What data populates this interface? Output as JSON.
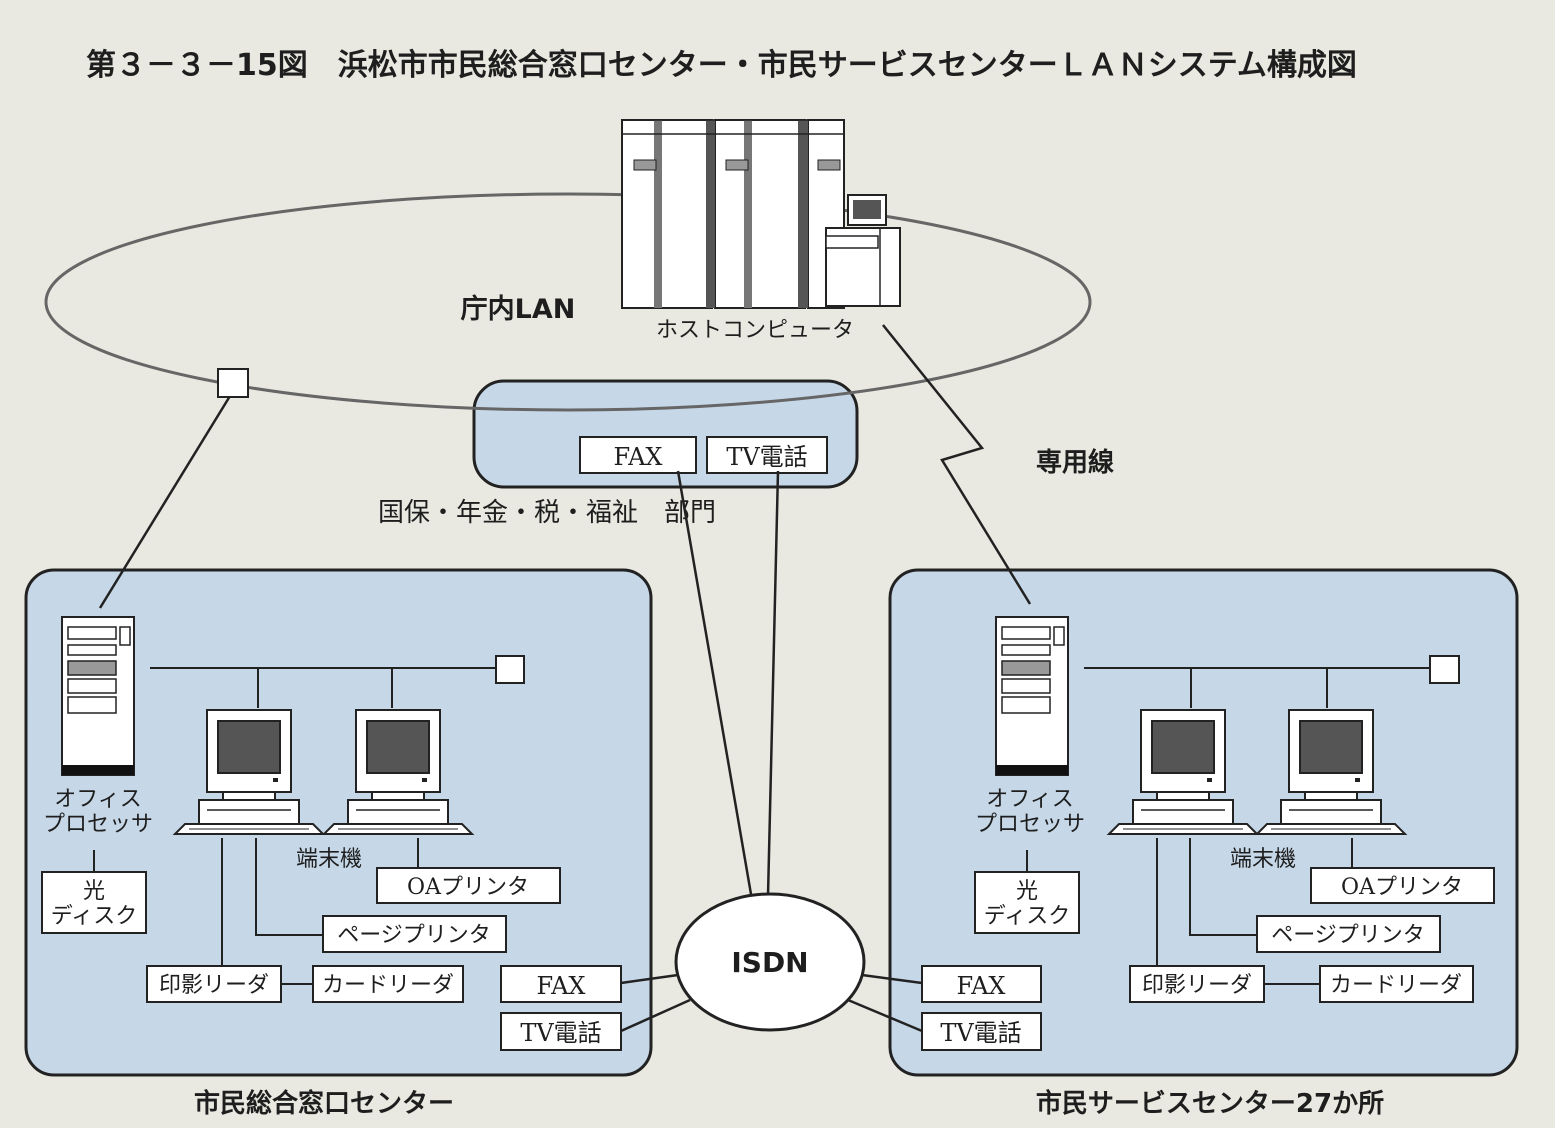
{
  "title": "第３－３－15図　浜松市市民総合窓口センター・市民サービスセンターＬＡＮシステム構成図",
  "colors": {
    "background": "#e9e9e1",
    "zone_fill": "#c6d8e8",
    "box_fill": "#ffffff",
    "line": "#222222"
  },
  "top": {
    "lan_label": "庁内LAN",
    "host_label": "ホストコンピュータ",
    "dedicated_line_label": "専用線",
    "dept_fax": "FAX",
    "dept_tv": "TV電話",
    "dept_label": "国保・年金・税・福祉　部門"
  },
  "isdn_label": "ISDN",
  "left_zone": {
    "caption": "市民総合窓口センター",
    "office_processor": [
      "オフィス",
      "プロセッサ"
    ],
    "optical_disk": [
      "光",
      "ディスク"
    ],
    "terminal": "端末機",
    "oa_printer": "OAプリンタ",
    "page_printer": "ページプリンタ",
    "seal_reader": "印影リーダ",
    "card_reader": "カードリーダ",
    "fax": "FAX",
    "tv": "TV電話"
  },
  "right_zone": {
    "caption": "市民サービスセンター27か所",
    "office_processor": [
      "オフィス",
      "プロセッサ"
    ],
    "optical_disk": [
      "光",
      "ディスク"
    ],
    "terminal": "端末機",
    "oa_printer": "OAプリンタ",
    "page_printer": "ページプリンタ",
    "seal_reader": "印影リーダ",
    "card_reader": "カードリーダ",
    "fax": "FAX",
    "tv": "TV電話"
  }
}
